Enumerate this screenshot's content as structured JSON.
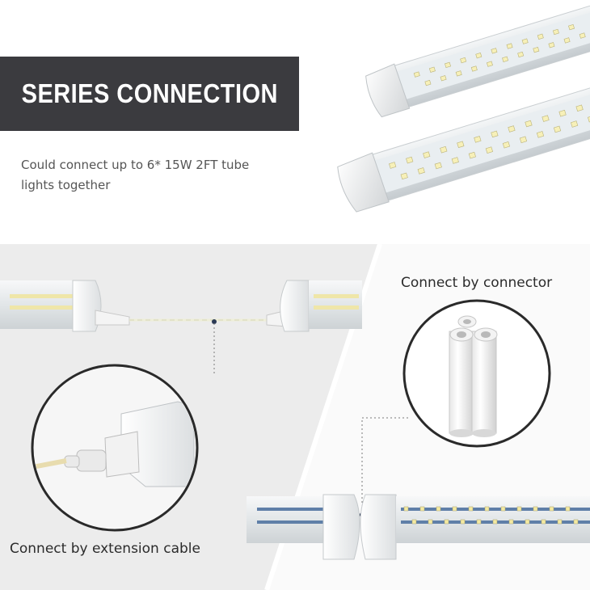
{
  "header": {
    "title": "SERIES CONNECTION",
    "description": "Could connect up to 6* 15W 2FT tube lights together"
  },
  "labels": {
    "connector": "Connect by connector",
    "extension_cable": "Connect by extension cable"
  },
  "colors": {
    "banner_bg": "#3b3b3f",
    "banner_text": "#ffffff",
    "body_text": "#555555"
  }
}
